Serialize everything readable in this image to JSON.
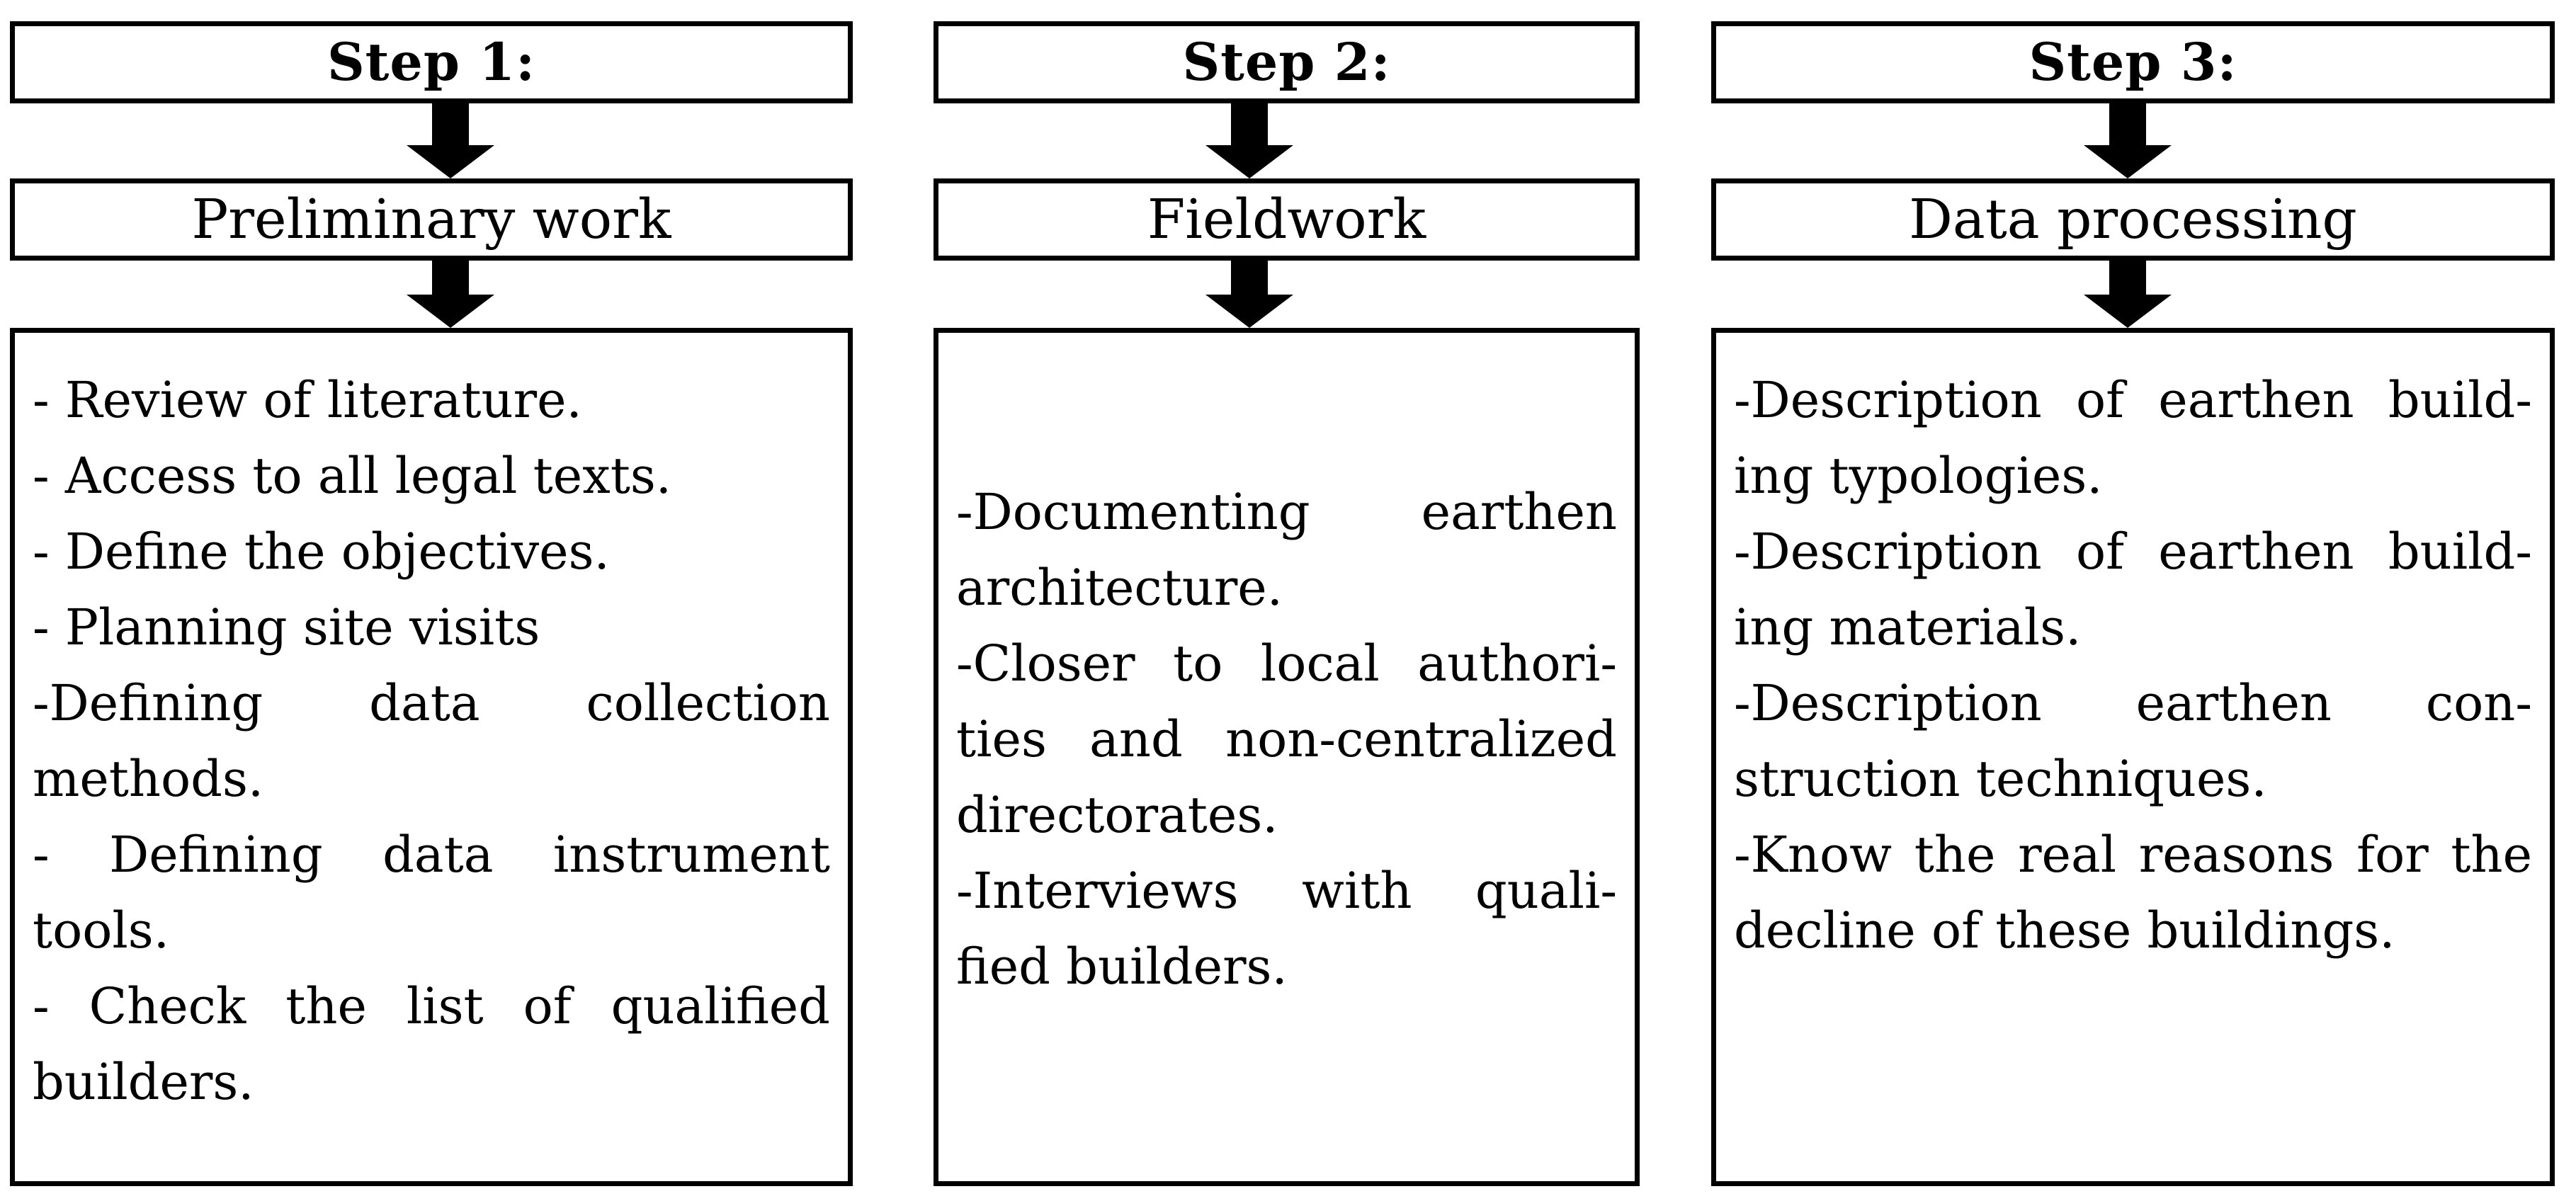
{
  "colors": {
    "ink": "#000000",
    "background": "#ffffff"
  },
  "figure": {
    "columns": [
      {
        "step_label": "Step 1:",
        "phase_label": "Preliminary work",
        "body_lines": [
          {
            "text": "- Review of literature.",
            "justify": false
          },
          {
            "text": "- Access to all legal texts.",
            "justify": false
          },
          {
            "text": "- Define the objectives.",
            "justify": false
          },
          {
            "text": "- Planning site visits",
            "justify": false
          },
          {
            "text": "-Defining data collection",
            "justify": true
          },
          {
            "text": "methods.",
            "justify": false
          },
          {
            "text": "- Defining data instrument",
            "justify": true
          },
          {
            "text": "tools.",
            "justify": false
          },
          {
            "text": "- Check the list of qualified",
            "justify": true
          },
          {
            "text": "builders.",
            "justify": false
          }
        ]
      },
      {
        "step_label": "Step 2:",
        "phase_label": "Fieldwork",
        "body_lines": [
          {
            "text": "-Documenting earthen",
            "justify": true
          },
          {
            "text": "architecture.",
            "justify": false
          },
          {
            "text": "-Closer to local authori-",
            "justify": true
          },
          {
            "text": "ties and non-centralized",
            "justify": true
          },
          {
            "text": "directorates.",
            "justify": false
          },
          {
            "text": "-Interviews with quali-",
            "justify": true
          },
          {
            "text": "fied builders.",
            "justify": false
          }
        ]
      },
      {
        "step_label": "Step 3:",
        "phase_label": "Data processing",
        "body_lines": [
          {
            "text": "-Description of earthen build-",
            "justify": true
          },
          {
            "text": "ing typologies.",
            "justify": false
          },
          {
            "text": "-Description of earthen build-",
            "justify": true
          },
          {
            "text": "ing materials.",
            "justify": false
          },
          {
            "text": "-Description earthen con-",
            "justify": true
          },
          {
            "text": "struction techniques.",
            "justify": false
          },
          {
            "text": "-Know the real reasons for the",
            "justify": true
          },
          {
            "text": "decline of these buildings.",
            "justify": false
          }
        ]
      }
    ]
  }
}
